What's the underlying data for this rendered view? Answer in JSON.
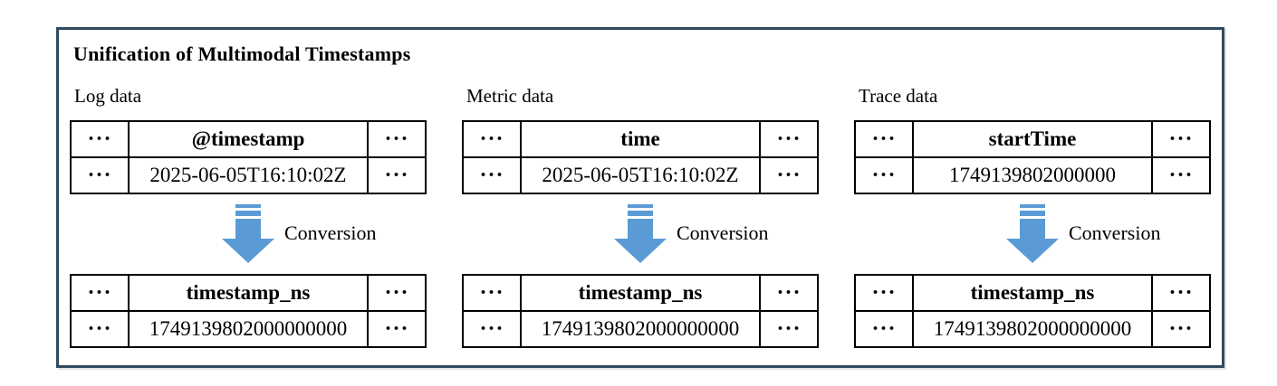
{
  "title": "Unification of Multimodal Timestamps",
  "conversion_label": "Conversion",
  "ellipsis": "···",
  "colors": {
    "frame_border": "#30495C",
    "arrow_blue": "#5B9BD5",
    "table_border": "#000000"
  },
  "columns": [
    {
      "label": "Log data",
      "source": {
        "field": "@timestamp",
        "value": "2025-06-05T16:10:02Z"
      },
      "result": {
        "field": "timestamp_ns",
        "value": "1749139802000000000"
      }
    },
    {
      "label": "Metric data",
      "source": {
        "field": "time",
        "value": "2025-06-05T16:10:02Z"
      },
      "result": {
        "field": "timestamp_ns",
        "value": "1749139802000000000"
      }
    },
    {
      "label": "Trace data",
      "source": {
        "field": "startTime",
        "value": "1749139802000000"
      },
      "result": {
        "field": "timestamp_ns",
        "value": "1749139802000000000"
      }
    }
  ]
}
